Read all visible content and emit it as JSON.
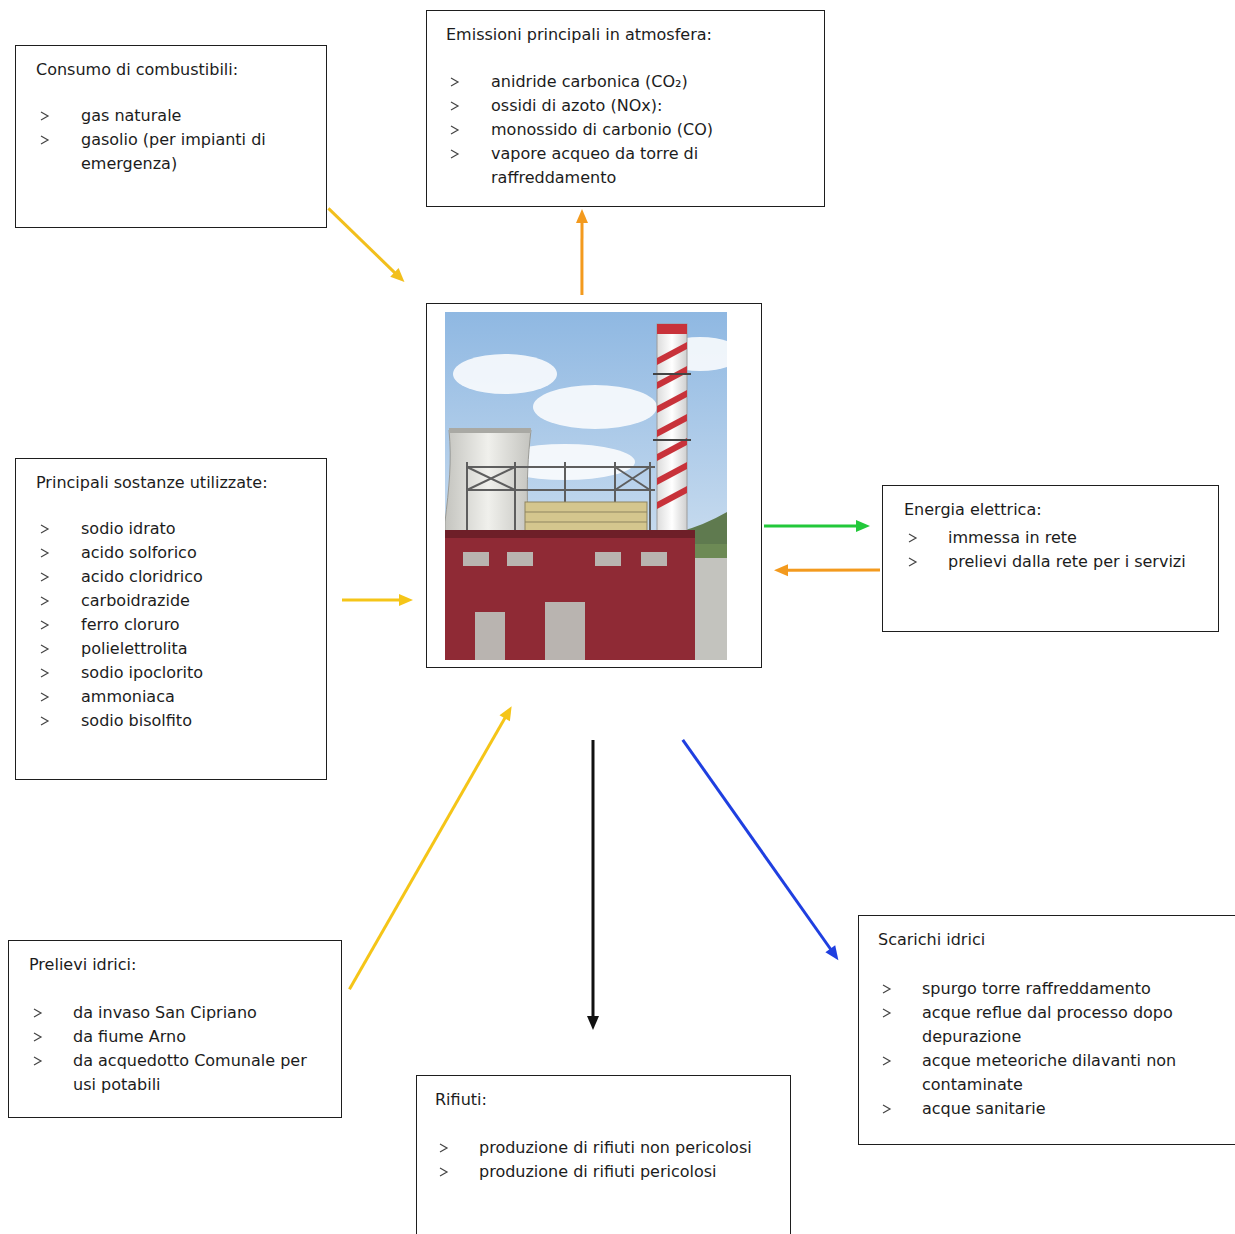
{
  "diagram": {
    "nodes": [
      {
        "text": [
          "Consumo di combustibili:",
          "gas naturale",
          "gasolio (per impianti di emergenza)"
        ]
      },
      {
        "text": [
          "Emissioni principali in atmosfera:",
          "anidride carbonica (CO₂)",
          "ossidi di azoto (NOx):",
          "monossido di carbonio (CO)",
          "vapore acqueo da torre di raffreddamento"
        ]
      },
      {
        "text": []
      },
      {
        "text": [
          "Principali sostanze utilizzate:",
          "sodio idrato",
          "acido solforico",
          "acido cloridrico",
          "carboidrazide",
          "ferro cloruro",
          "polielettrolita",
          "sodio ipoclorito",
          "ammoniaca",
          "sodio bisolfito"
        ]
      },
      {
        "text": [
          "Energia elettrica:",
          "immessa in rete",
          "prelievi dalla rete per i servizi"
        ]
      },
      {
        "text": [
          "Prelievi idrici:",
          "da invaso San Cipriano",
          "da fiume Arno",
          "da acquedotto Comunale per usi potabili"
        ]
      },
      {
        "text": [
          "Scarichi idrici",
          "spurgo torre raffreddamento",
          "acque reflue dal processo dopo depurazione",
          "acque meteoriche dilavanti non contaminate",
          "acque sanitarie"
        ]
      },
      {
        "text": [
          "Rifiuti:",
          "produzione di rifiuti non pericolosi",
          "produzione di rifiuti pericolosi"
        ]
      }
    ],
    "edges": [
      {
        "from": 0,
        "to": 2,
        "arrow": "to"
      },
      {
        "from": 2,
        "to": 1,
        "arrow": "to"
      },
      {
        "from": 3,
        "to": 2,
        "arrow": "to"
      },
      {
        "from": 2,
        "to": 4,
        "arrow": "to"
      },
      {
        "from": 4,
        "to": 2,
        "arrow": "to"
      },
      {
        "from": 5,
        "to": 2,
        "arrow": "to"
      },
      {
        "from": 2,
        "to": 7,
        "arrow": "to"
      },
      {
        "from": 2,
        "to": 6,
        "arrow": "to"
      }
    ]
  }
}
